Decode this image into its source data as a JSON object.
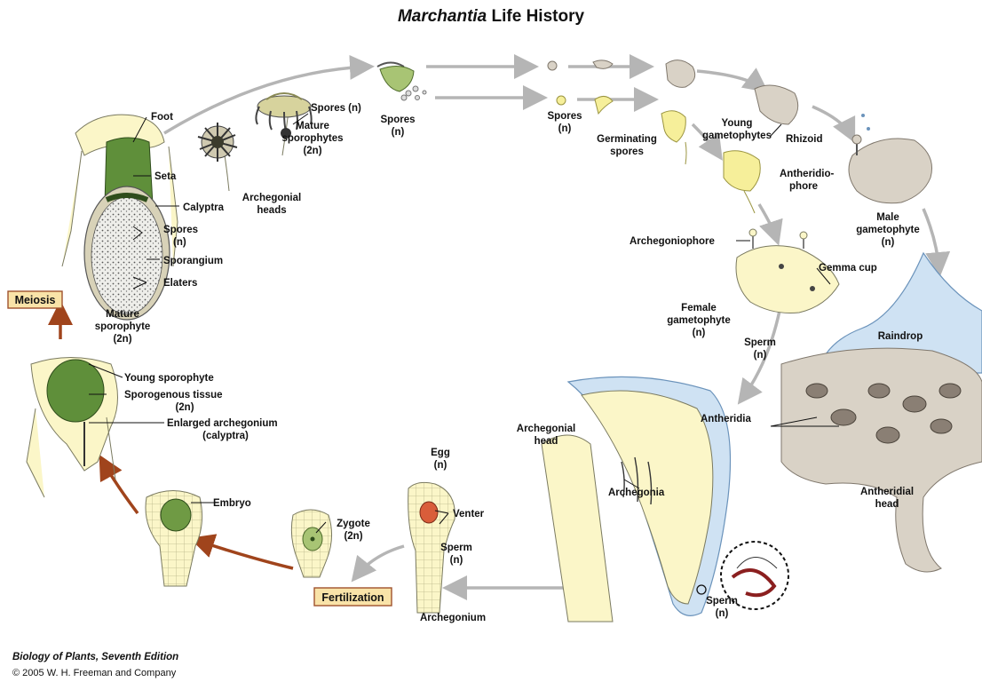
{
  "title": {
    "italic": "Marchantia",
    "rest": " Life History"
  },
  "labels": {
    "foot": "Foot",
    "seta": "Seta",
    "calyptra": "Calyptra",
    "spores_left": "Spores",
    "spores_left_n": "(n)",
    "sporangium": "Sporangium",
    "elaters": "Elaters",
    "mature_sporophyte_1": "Mature",
    "mature_sporophyte_2": "sporophyte",
    "mature_sporophyte_3": "(2n)",
    "spores_n_top": "Spores (n)",
    "mature_sporophytes_1": "Mature",
    "mature_sporophytes_2": "sporophytes",
    "mature_sporophytes_3": "(2n)",
    "archegonial_heads_1": "Archegonial",
    "archegonial_heads_2": "heads",
    "spores_mid_1": "Spores",
    "spores_mid_2": "(n)",
    "spores_right_1": "Spores",
    "spores_right_2": "(n)",
    "germinating_1": "Germinating",
    "germinating_2": "spores",
    "young_gameto_1": "Young",
    "young_gameto_2": "gametophytes",
    "rhizoid": "Rhizoid",
    "antheridiophore_1": "Antheridio-",
    "antheridiophore_2": "phore",
    "male_gameto_1": "Male",
    "male_gameto_2": "gametophyte",
    "male_gameto_3": "(n)",
    "archegoniophore": "Archegoniophore",
    "gemma_cup": "Gemma cup",
    "female_gameto_1": "Female",
    "female_gameto_2": "gametophyte",
    "female_gameto_3": "(n)",
    "sperm_top_1": "Sperm",
    "sperm_top_2": "(n)",
    "raindrop": "Raindrop",
    "antheridia": "Antheridia",
    "antheridial_head_1": "Antheridial",
    "antheridial_head_2": "head",
    "archegonial_head_1": "Archegonial",
    "archegonial_head_2": "head",
    "archegonia": "Archegonia",
    "sperm_bottom_1": "Sperm",
    "sperm_bottom_2": "(n)",
    "egg_1": "Egg",
    "egg_2": "(n)",
    "venter": "Venter",
    "sperm_mid_1": "Sperm",
    "sperm_mid_2": "(n)",
    "archegonium": "Archegonium",
    "zygote_1": "Zygote",
    "zygote_2": "(2n)",
    "embryo": "Embryo",
    "young_sporophyte": "Young sporophyte",
    "sporogenous_1": "Sporogenous tissue",
    "sporogenous_2": "(2n)",
    "enlarged_1": "Enlarged archegonium",
    "enlarged_2": "(calyptra)"
  },
  "stages": {
    "meiosis": "Meiosis",
    "fertilization": "Fertilization"
  },
  "footer": {
    "book": "Biology of Plants, Seventh Edition",
    "copyright": "© 2005 W. H. Freeman and Company"
  },
  "colors": {
    "sporophyte_green": "#5f8f3a",
    "gametophyte_yellow": "#fbf6c8",
    "raindrop_blue": "#cfe2f3",
    "stage_box": "#f9e3a8",
    "haploid_arrow": "#b5b5b5",
    "diploid_arrow": "#a0441c"
  }
}
